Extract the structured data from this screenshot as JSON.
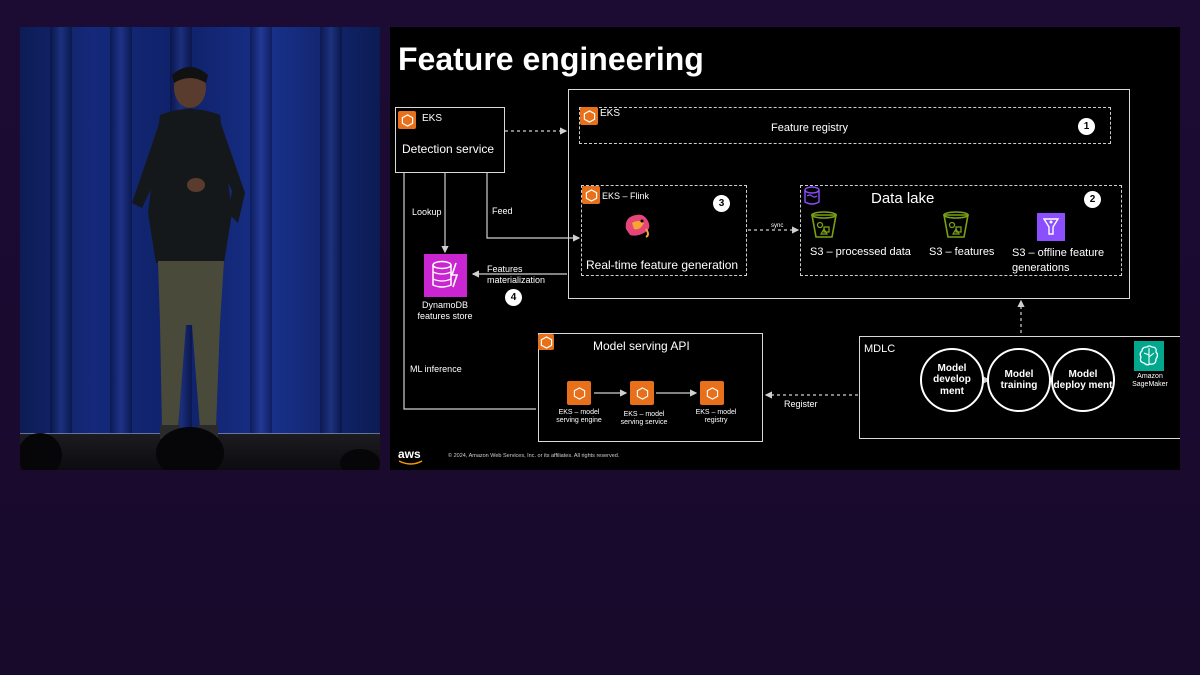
{
  "slide": {
    "title": "Feature engineering",
    "detection": {
      "badge": "EKS",
      "title": "Detection service"
    },
    "registry": {
      "badge": "EKS",
      "title": "Feature registry",
      "num": "1"
    },
    "flink": {
      "badge": "EKS – Flink",
      "title": "Real-time feature generation",
      "num": "3"
    },
    "datalake": {
      "title": "Data lake",
      "num": "2",
      "items": [
        "S3 – processed data",
        "S3 – features",
        "S3 – offline feature generations"
      ]
    },
    "dynamo": {
      "label": "DynamoDB features store",
      "num": "4"
    },
    "arrows": {
      "lookup": "Lookup",
      "feed": "Feed",
      "sync": "sync",
      "materialization": "Features materialization",
      "ml_inference": "ML inference",
      "register": "Register"
    },
    "serving": {
      "title": "Model serving API",
      "items": [
        "EKS – model serving engine",
        "EKS – model serving service",
        "EKS – model registry"
      ]
    },
    "mdlc": {
      "title": "MDLC",
      "steps": [
        "Model develop ment",
        "Model training",
        "Model deploy ment"
      ],
      "sagemaker": "Amazon SageMaker"
    },
    "footer": {
      "logo": "aws",
      "copyright": "© 2024, Amazon Web Services, Inc. or its affiliates. All rights reserved."
    }
  },
  "colors": {
    "eks": "#e8701a",
    "dynamo": "#c925d1",
    "sagemaker": "#01a88d",
    "s3": "#7aa116",
    "lake_icon": "#8c4fff"
  }
}
